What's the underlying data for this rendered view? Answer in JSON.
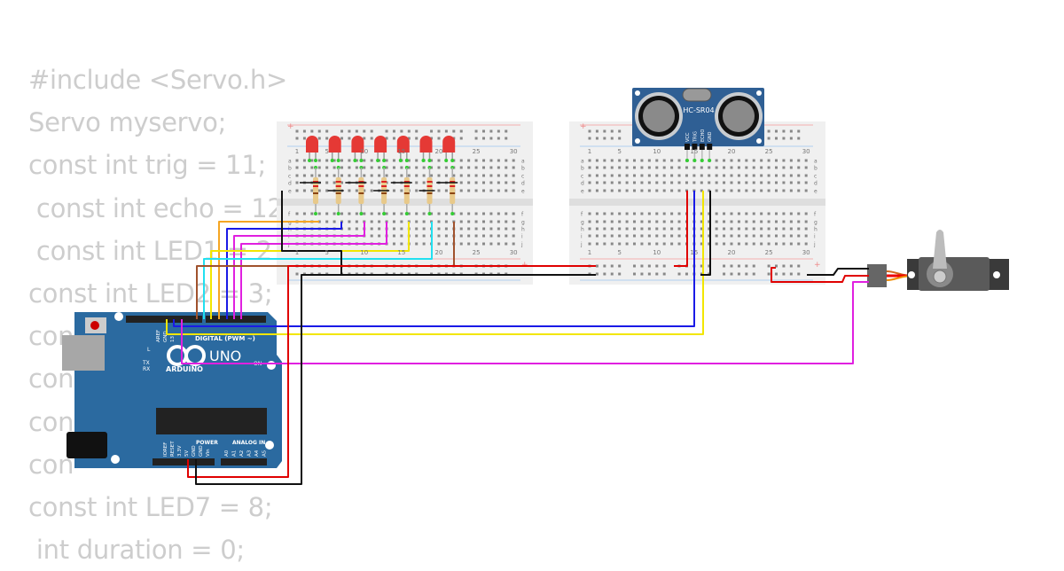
{
  "code_lines": [
    "#include <Servo.h>",
    "Servo myservo;",
    "const int trig = 11;",
    " const int echo = 12",
    " const int LED1 = 2",
    "const int LED2 = 3;",
    "con",
    "con",
    "con",
    "con",
    "const int LED7 = 8;",
    " int duration = 0;"
  ],
  "breadboard": {
    "column_labels": [
      "1",
      "5",
      "10",
      "15",
      "20",
      "25",
      "30"
    ],
    "row_labels_top": [
      "a",
      "b",
      "c",
      "d",
      "e"
    ],
    "row_labels_bottom": [
      "f",
      "g",
      "h",
      "i",
      "j"
    ],
    "rail_plus": "+"
  },
  "arduino": {
    "brand": "ARDUINO",
    "model": "UNO",
    "digital_label": "DIGITAL (PWM ~)",
    "power_label": "POWER",
    "analog_label": "ANALOG IN",
    "on_label": "ON",
    "led_labels": [
      "L",
      "TX",
      "RX"
    ],
    "top_pins": [
      "AREF",
      "GND",
      "13"
    ],
    "power_pins": [
      "IOREF",
      "RESET",
      "3.3V",
      "5V",
      "GND",
      "GND",
      "Vin"
    ],
    "analog_pins": [
      "A0",
      "A1",
      "A2",
      "A3",
      "A4",
      "A5"
    ]
  },
  "sensor": {
    "name": "HC-SR04",
    "pins": [
      "VCC",
      "TRIG",
      "ECHO",
      "GND"
    ]
  },
  "leds": {
    "count": 7,
    "color": "#e53935"
  },
  "wire_colors": {
    "orange": "#f5a623",
    "blue": "#1a1ae6",
    "magenta": "#e020e0",
    "yellow": "#f2e600",
    "cyan": "#22e0f0",
    "brown": "#a0522d",
    "red": "#e00000",
    "black": "#111111"
  },
  "colors": {
    "board_blue": "#2b6aa0",
    "code_text": "#cdcdcd",
    "breadboard": "#f0f0f0"
  }
}
